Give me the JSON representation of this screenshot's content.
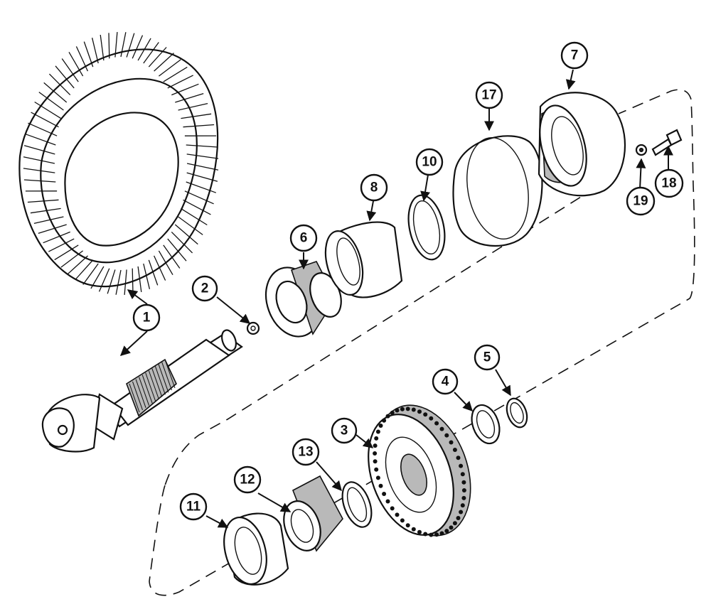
{
  "callouts": [
    {
      "id": "p1",
      "label": "1"
    },
    {
      "id": "p2",
      "label": "2"
    },
    {
      "id": "p3",
      "label": "3"
    },
    {
      "id": "p4",
      "label": "4"
    },
    {
      "id": "p5",
      "label": "5"
    },
    {
      "id": "p6",
      "label": "6"
    },
    {
      "id": "p7",
      "label": "7"
    },
    {
      "id": "p8",
      "label": "8"
    },
    {
      "id": "p10",
      "label": "10"
    },
    {
      "id": "p11",
      "label": "11"
    },
    {
      "id": "p12",
      "label": "12"
    },
    {
      "id": "p13",
      "label": "13"
    },
    {
      "id": "p17",
      "label": "17"
    },
    {
      "id": "p18",
      "label": "18"
    },
    {
      "id": "p19",
      "label": "19"
    }
  ]
}
